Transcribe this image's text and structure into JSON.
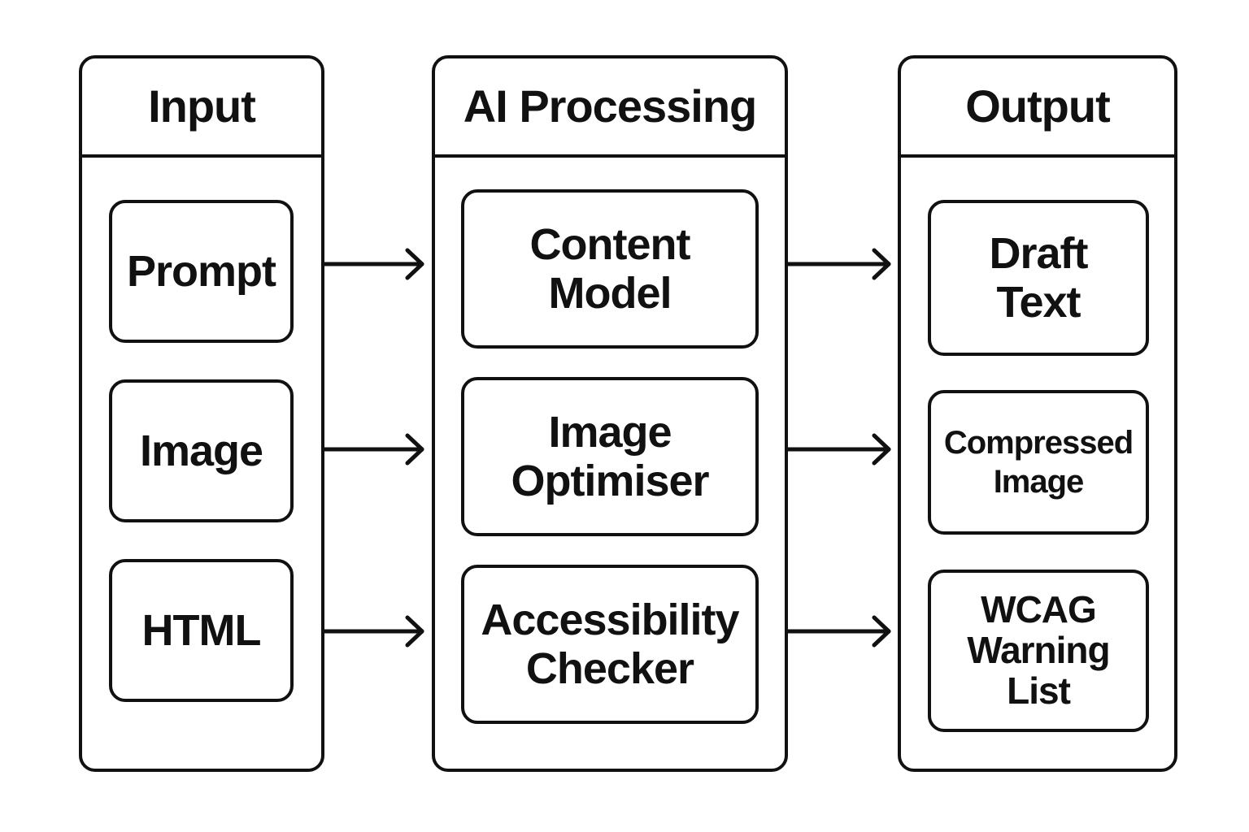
{
  "columns": {
    "input": {
      "title": "Input",
      "items": [
        "Prompt",
        "Image",
        "HTML"
      ]
    },
    "processing": {
      "title": "AI Processing",
      "items": [
        "Content\nModel",
        "Image\nOptimiser",
        "Accessibility\nChecker"
      ]
    },
    "output": {
      "title": "Output",
      "items": [
        "Draft\nText",
        "Compressed\nImage",
        "WCAG\nWarning\nList"
      ]
    }
  },
  "colors": {
    "stroke": "#111111",
    "background": "#ffffff"
  }
}
